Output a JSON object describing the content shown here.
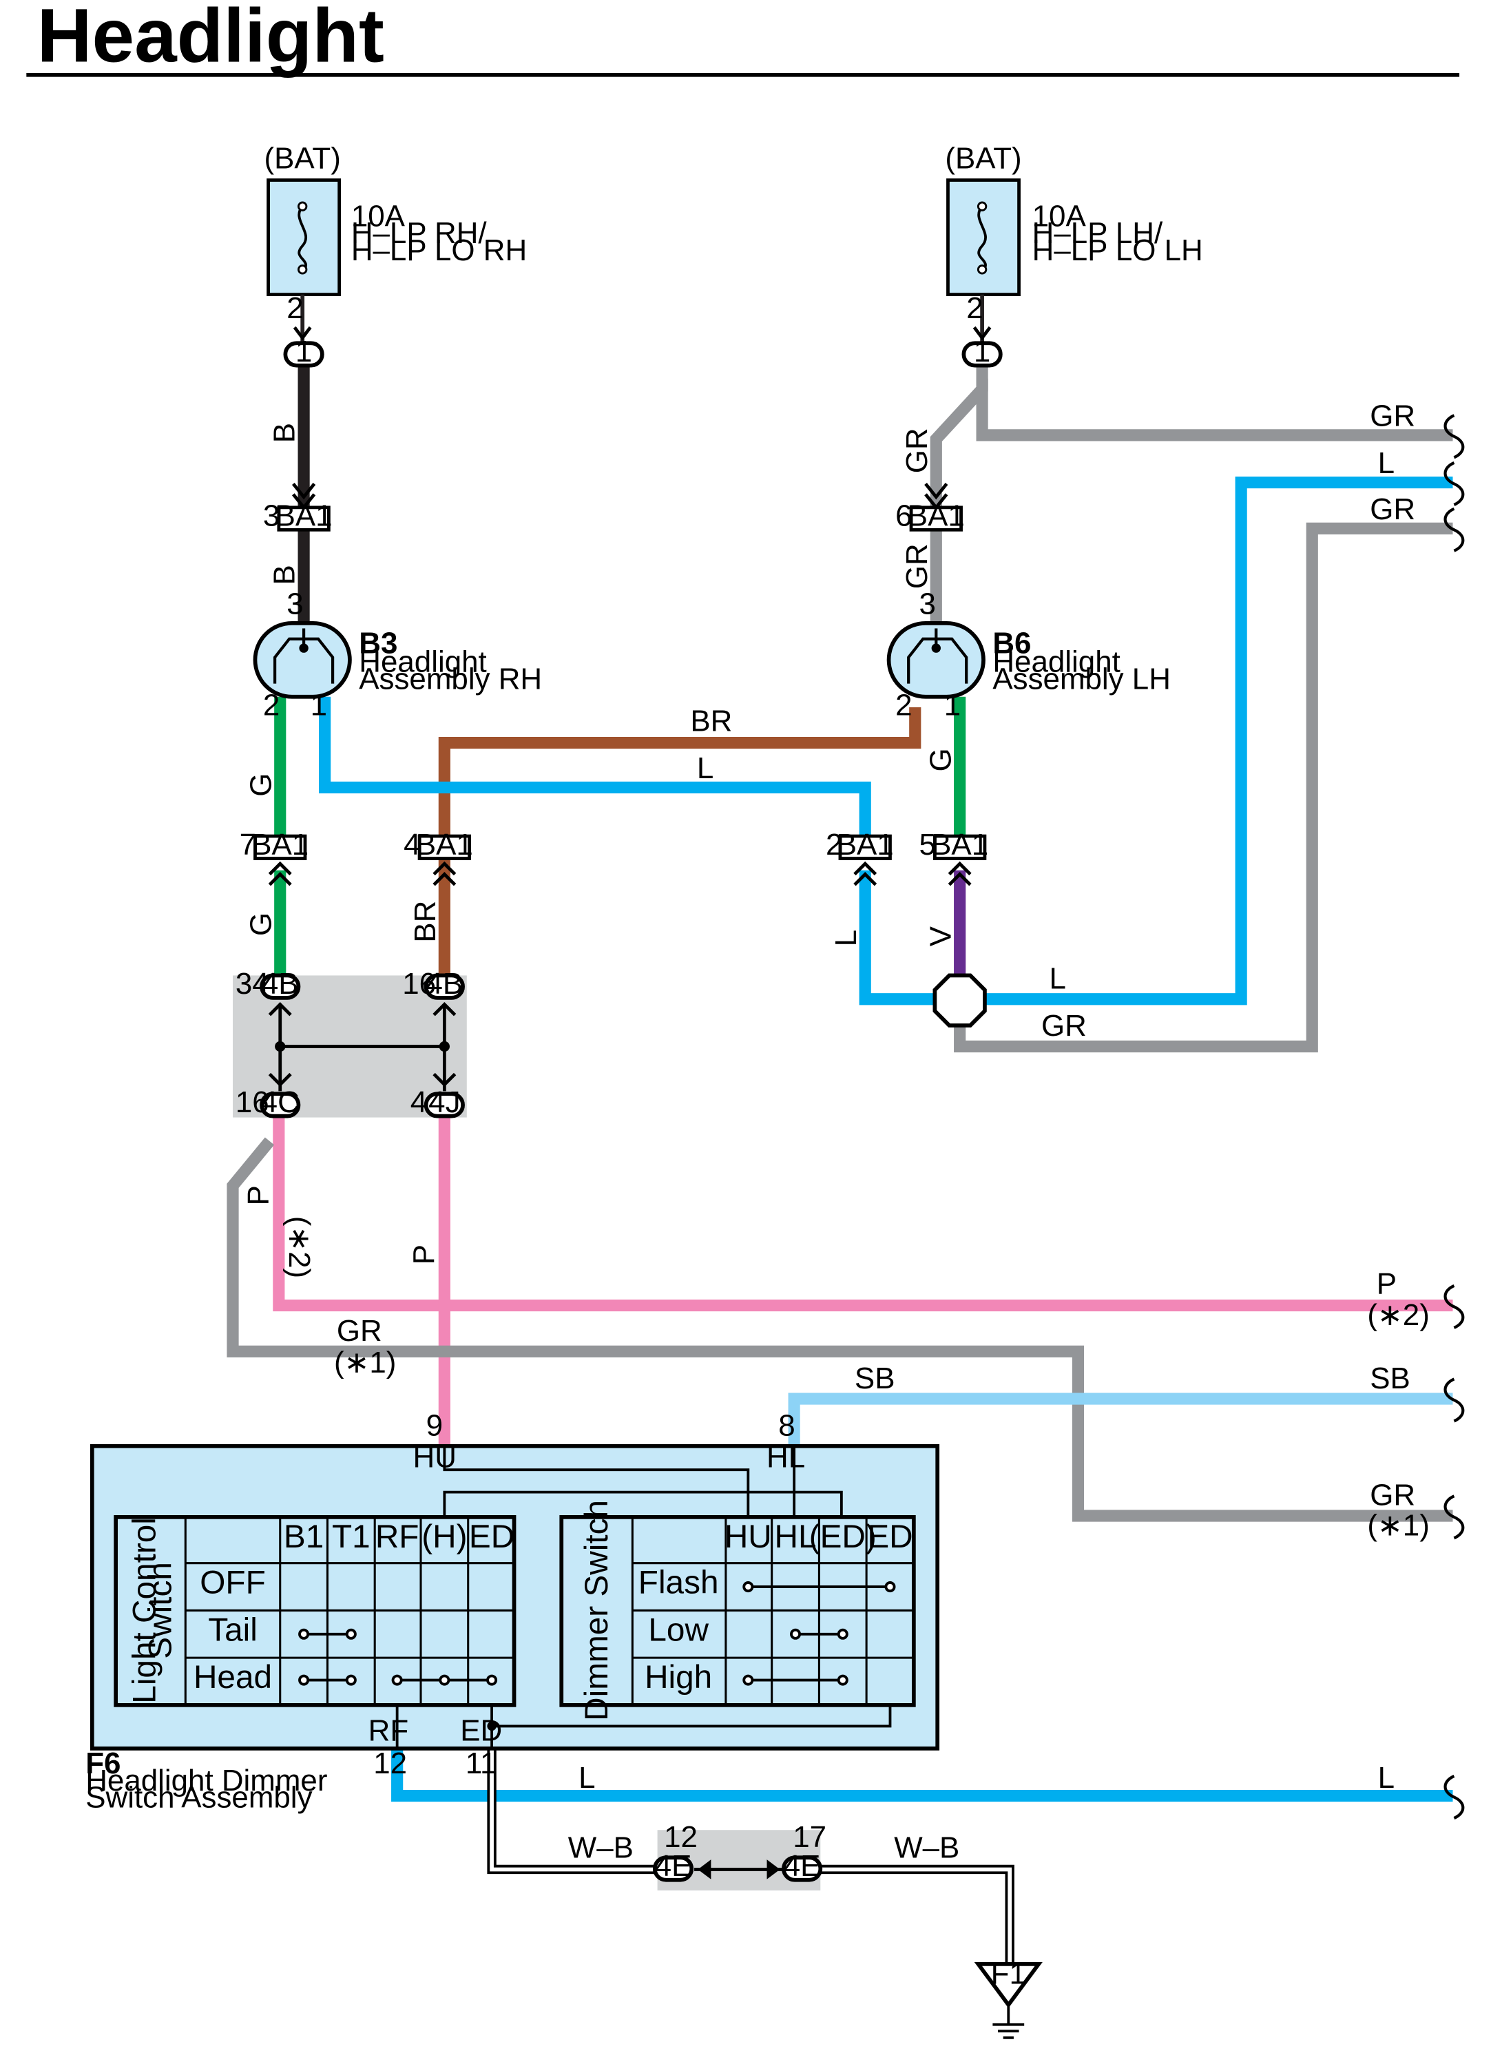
{
  "title": "Headlight",
  "fuses": [
    {
      "source": "(BAT)",
      "amp": "10A",
      "name1": "H–LP RH/",
      "name2": "H–LP LO RH",
      "pin": "2"
    },
    {
      "source": "(BAT)",
      "amp": "10A",
      "name1": "H–LP LH/",
      "name2": "H–LP LO LH",
      "pin": "2"
    }
  ],
  "junction_pins": {
    "rh": "1",
    "lh": "1"
  },
  "connectors": {
    "ba1": {
      "code": "BA1",
      "pins": {
        "p3": "3",
        "p6": "6",
        "p7": "7",
        "p4": "4",
        "p2": "2",
        "p5": "5"
      }
    },
    "j4b": {
      "code": "4B",
      "pins": {
        "a": "34",
        "b": "16"
      }
    },
    "j4c": {
      "code": "4C",
      "pin": "16"
    },
    "j4j": {
      "code": "4J",
      "pin": "4"
    },
    "j4e": {
      "code": "4E",
      "pins": {
        "a": "12",
        "b": "17"
      }
    }
  },
  "components": {
    "b3": {
      "code": "B3",
      "line1": "Headlight",
      "line2": "Assembly RH",
      "pins": {
        "p3": "3",
        "p2": "2",
        "p1": "1"
      }
    },
    "b6": {
      "code": "B6",
      "line1": "Headlight",
      "line2": "Assembly LH",
      "pins": {
        "p3": "3",
        "p2": "2",
        "p1": "1"
      }
    },
    "f6": {
      "code": "F6",
      "line1": "Headlight Dimmer",
      "line2": "Switch Assembly",
      "pins": {
        "hu_num": "9",
        "hu": "HU",
        "hl_num": "8",
        "hl": "HL",
        "rf_num": "12",
        "rf": "RF",
        "ed_num": "11",
        "ed": "ED"
      }
    },
    "f1": {
      "code": "F1"
    }
  },
  "wire_labels": {
    "b": "B",
    "gr": "GR",
    "l": "L",
    "br": "BR",
    "g": "G",
    "v": "V",
    "p": "P",
    "sb": "SB",
    "wb": "W–B",
    "note1": "(∗1)",
    "note2": "(∗2)"
  },
  "light_switch": {
    "title1": "Light Control",
    "title2": "Switch",
    "columns": [
      "B1",
      "T1",
      "RF",
      "(H)",
      "ED"
    ],
    "rows": [
      "OFF",
      "Tail",
      "Head"
    ]
  },
  "dimmer_switch": {
    "title": "Dimmer Switch",
    "columns": [
      "HU",
      "HL",
      "(ED)",
      "ED"
    ],
    "rows": [
      "Flash",
      "Low",
      "High"
    ]
  },
  "colors": {
    "black": "#231f20",
    "gray": "#939598",
    "blue": "#00aeef",
    "brown": "#a0522d",
    "green": "#00a651",
    "violet": "#662d91",
    "pink": "#f287b7",
    "skyblue": "#8dd3f6",
    "box": "#c6e8f8",
    "junction": "#d1d3d4"
  }
}
